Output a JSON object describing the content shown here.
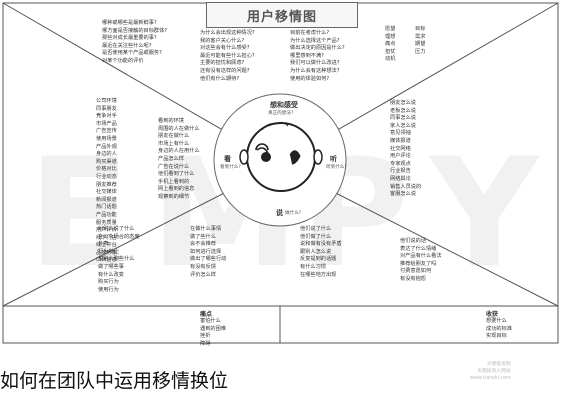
{
  "title": "用户移情图",
  "directions": {
    "see": {
      "label": "看",
      "sub": "看到什么?"
    },
    "hear": {
      "label": "听",
      "sub": "听到什么?"
    },
    "think_feel": {
      "label": "想和感受",
      "sub": "真正的想法?"
    },
    "say_do": {
      "label": "说",
      "sub": "做什么?"
    }
  },
  "texts": {
    "tl1": [
      "哪种或哪些是最新鲜事?",
      "哪方面是否接触的目标群体?",
      "那些对成长最重要的事?",
      "最近在关注些什么呢?",
      "是否使用某个产品或服务?",
      "对某个功能的评价"
    ],
    "tl2": [
      "为什么会出现这种情况?",
      "我的客户关心什么?",
      "对这些会有什么感受?",
      "最近可能有些什么担心?",
      "主要的担忧和顾虑?",
      "还有没有这样的问题?",
      "他们有什么期待?"
    ],
    "tr1": [
      "目前在考虑什么?",
      "为什么选择这个产品?",
      "做出决定的原因是什么?",
      "哪里感到不满?",
      "我们可以做什么改进?",
      "为什么会有这种想法?",
      "使用的体验如何?"
    ],
    "tr2": [
      "愿望",
      "理想",
      "痛点",
      "担忧",
      "动机"
    ],
    "tr3": [
      "目标",
      "需求",
      "期望",
      "压力"
    ],
    "left": [
      "公司环境",
      "同事朋友",
      "竞争对手",
      "市场产品",
      "广告宣传",
      "使用场景",
      "产品外观",
      "身边的人",
      "购买渠道",
      "价格对比",
      "行业动态",
      "朋友推荐",
      "社交媒体",
      "新闻报道",
      "热门话题",
      "产品功能",
      "服务质量",
      "用户评价",
      "线下门店",
      "线上平台",
      "品牌形象",
      "口碑信息"
    ],
    "left2": [
      "看到的环境",
      "周围的人在做什么",
      "朋友在做什么",
      "市场上有什么",
      "身边的人在用什么",
      "产品怎么样",
      "广告在说什么",
      "他们看到了什么",
      "手机上看到的",
      "网上看到的信息",
      "观察到的细节"
    ],
    "right": [
      "朋友怎么说",
      "老板怎么说",
      "同事怎么说",
      "家人怎么说",
      "意见领袖",
      "媒体报道",
      "社交网络",
      "用户评论",
      "专家观点",
      "行业报告",
      "网络舆论",
      "销售人员说的",
      "客服怎么说"
    ],
    "b1": [
      "对别人说了什么",
      "在公众场合的态度",
      "外表",
      "行为举止",
      "和别人聊些什么",
      "做了哪些事",
      "有什么改变",
      "购买行为",
      "使用行为"
    ],
    "b2": [
      "在做什么事情",
      "做了些什么",
      "会不会推荐",
      "如何进行选择",
      "做出了哪些行动",
      "有没有反馈",
      "评价怎么样"
    ],
    "b3": [
      "他们说了什么",
      "他们做了什么",
      "说和做有没有矛盾",
      "跟别人怎么说",
      "反复提到的话题",
      "有什么习惯",
      "在哪些地方出现"
    ],
    "b4": [
      "他们说的话",
      "表达了什么情绪",
      "对产品有什么看法",
      "推荐给朋友了吗",
      "付费意愿如何",
      "有没有抱怨"
    ],
    "pain": [
      "害怕什么",
      "遇到的困难",
      "挫折",
      "障碍"
    ],
    "gain": [
      "想要什么",
      "成功的标准",
      "实现目标"
    ]
  },
  "bottom_sections": {
    "left_title": "痛点",
    "right_title": "收获"
  },
  "caption": "如何在团队中运用移情换位",
  "watermark": [
    "天使投资网",
    "天使投资人网站",
    "www.tianshi.com"
  ]
}
